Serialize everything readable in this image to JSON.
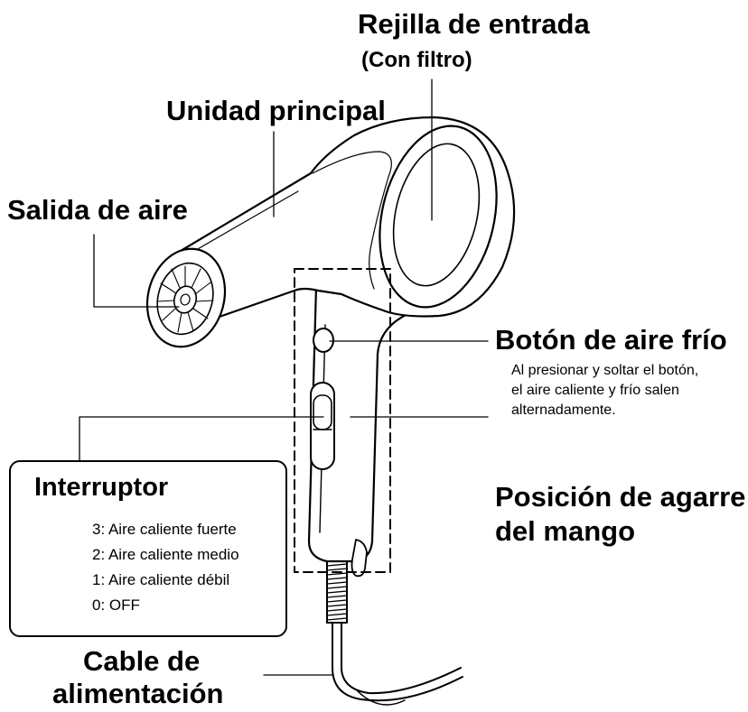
{
  "labels": {
    "intake_grille": "Rejilla de entrada",
    "intake_grille_note": "(Con filtro)",
    "main_unit": "Unidad principal",
    "air_outlet": "Salida de aire",
    "cool_button": "Botón de aire frío",
    "cool_button_desc": [
      "Al presionar y soltar el botón,",
      "el aire caliente y frío salen",
      "alternadamente."
    ],
    "handle_grip_line1": "Posición de agarre",
    "handle_grip_line2": "del mango",
    "cable_line1": "Cable de",
    "cable_line2": "alimentación"
  },
  "switch_inset": {
    "title": "Interruptor",
    "positions": [
      "3: Aire caliente fuerte",
      "2: Aire caliente medio",
      "1: Aire caliente débil",
      "0: OFF"
    ]
  },
  "icons": {
    "direction_arrow": "up-arrow-icon"
  }
}
